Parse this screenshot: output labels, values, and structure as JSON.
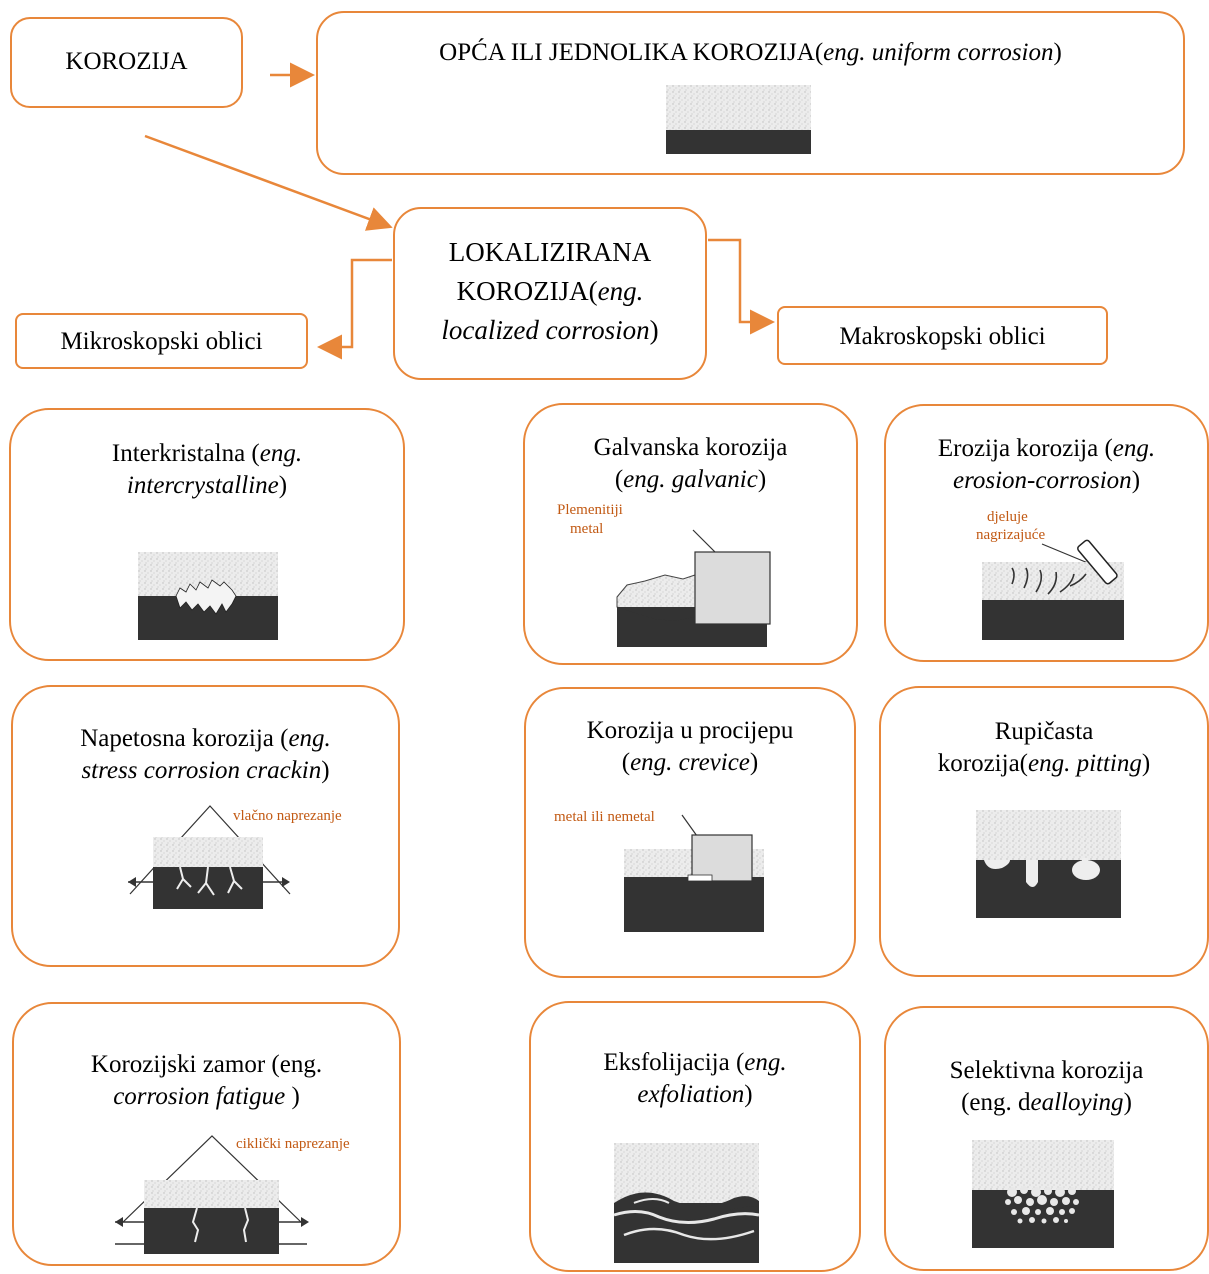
{
  "colors": {
    "accent": "#e8873a",
    "note_text": "#c25a14",
    "metal": "#333333",
    "speckle": "#e4e4e4"
  },
  "root": {
    "label": "KOROZIJA"
  },
  "uniform": {
    "label": "OPĆA ILI JEDNOLIKA KOROZIJA(",
    "eng": "eng. uniform corrosion",
    "close": ")"
  },
  "localized": {
    "line1": "LOKALIZIRANA",
    "line2a": "KOROZIJA(",
    "line2b": "eng.",
    "line3": "localized corrosion",
    "close": ")"
  },
  "micro": {
    "label": "Mikroskopski oblici"
  },
  "macro": {
    "label": "Makroskopski oblici"
  },
  "panels": {
    "intercrystalline": {
      "line1a": "Interkristalna (",
      "line1b": "eng.",
      "line2": "intercrystalline",
      "close": ")"
    },
    "stress": {
      "line1a": "Napetosna korozija (",
      "line1b": "eng.",
      "line2": "stress corrosion crackin",
      "close": ")",
      "note": "vlačno naprezanje"
    },
    "fatigue": {
      "line1": "Korozijski zamor (eng.",
      "line2": "corrosion fatigue",
      "close": " )",
      "note": "ciklički naprezanje"
    },
    "galvanic": {
      "line1": "Galvanska korozija",
      "open": "(",
      "line2": "eng. galvanic",
      "close": ")",
      "note1": "Plemenitiji",
      "note2": "metal"
    },
    "crevice": {
      "line1": "Korozija u procijepu",
      "open": "(",
      "line2": "eng. crevice",
      "close": ")",
      "note": "metal ili nemetal"
    },
    "exfoliation": {
      "line1a": "Eksfolijacija (",
      "line1b": "eng.",
      "line2": "exfoliation",
      "close": ")"
    },
    "erosion": {
      "line1a": "Erozija korozija (",
      "line1b": "eng.",
      "line2": "erosion-corrosion",
      "close": ")",
      "note1": "djeluje",
      "note2": "nagrizajuće"
    },
    "pitting": {
      "line1": "Rupičasta",
      "line2a": "korozija(",
      "line2b": "eng. pitting",
      "close": ")"
    },
    "dealloying": {
      "line1": "Selektivna korozija",
      "line2a": "(eng. d",
      "line2b": "ealloying",
      "close": ")"
    }
  }
}
